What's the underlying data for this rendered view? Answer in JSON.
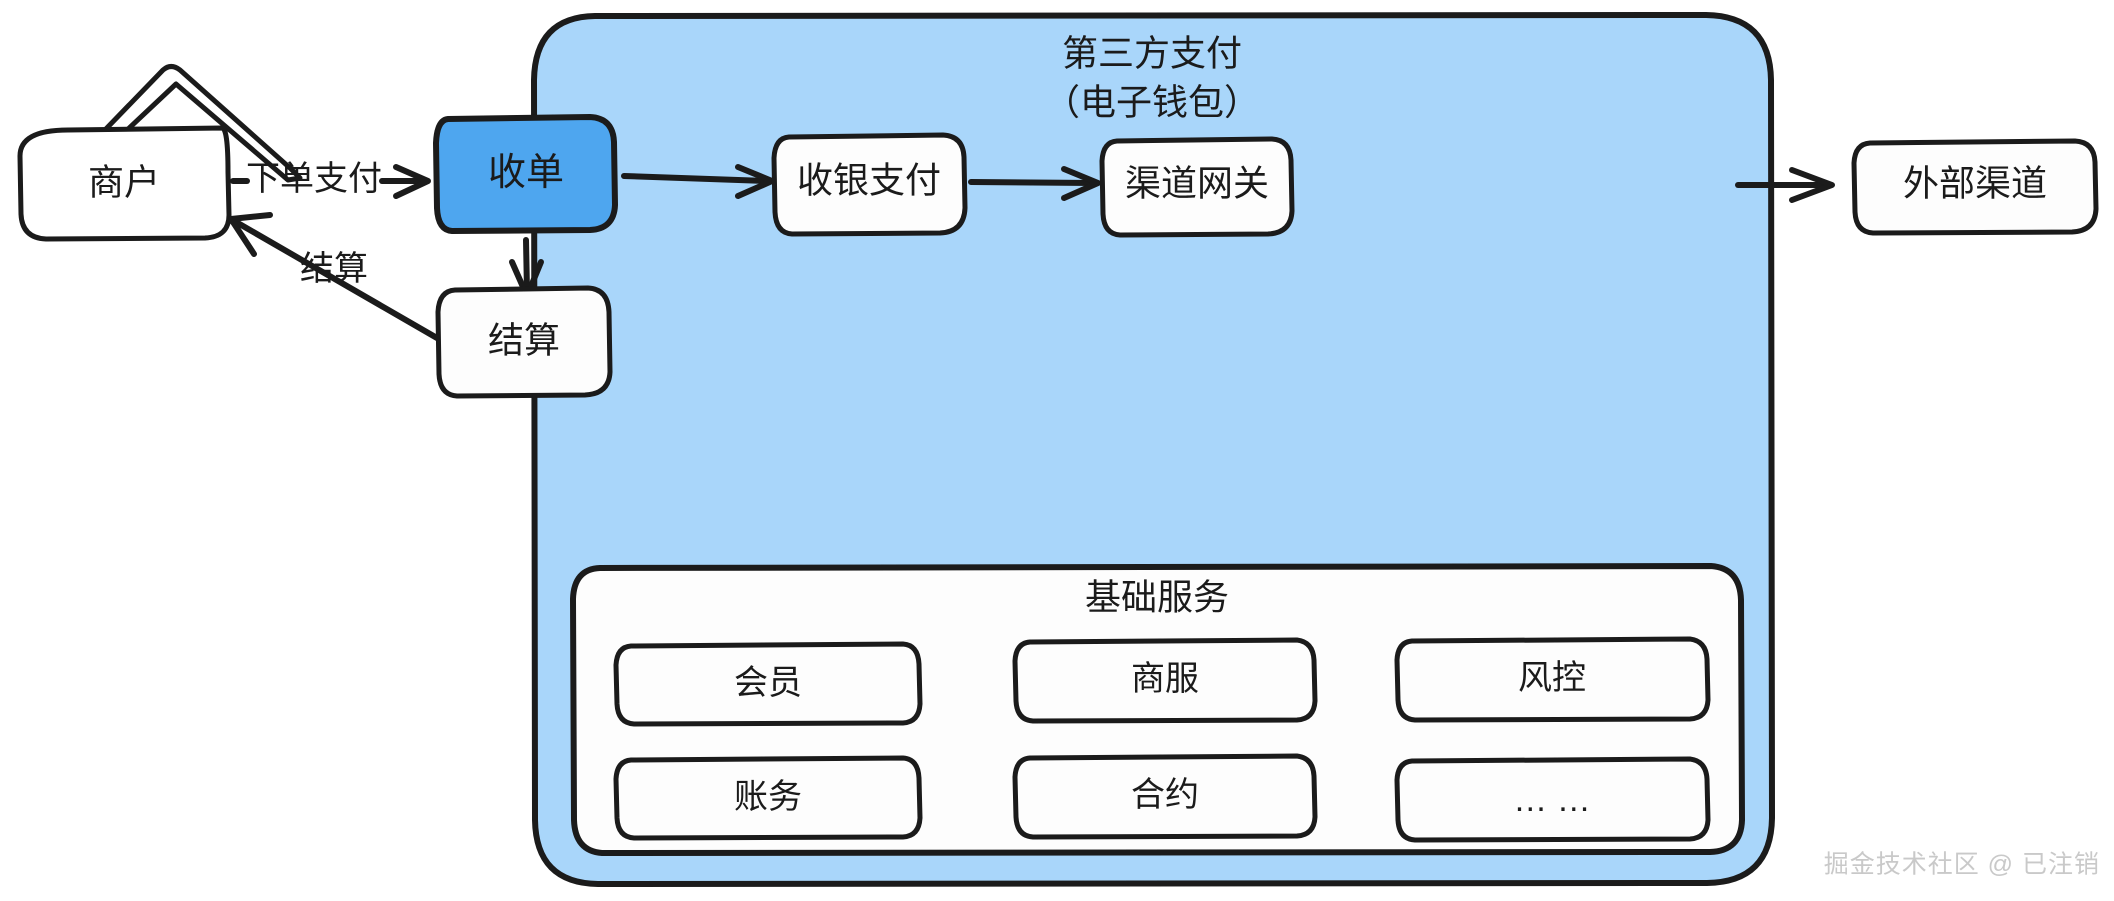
{
  "diagram": {
    "type": "architecture-flow",
    "background": "#ffffff",
    "colors": {
      "container_fill": "#a9d6fa",
      "highlight_fill": "#4ea6ef",
      "node_fill": "#fdfdfd",
      "stroke": "#1b1b1b",
      "watermark": "#c9c9c9"
    },
    "external_nodes": [
      {
        "id": "merchant",
        "label": "商户",
        "shape": "house"
      },
      {
        "id": "external-channel",
        "label": "外部渠道",
        "shape": "rounded-rect"
      }
    ],
    "container": {
      "title_line1": "第三方支付",
      "title_line2": "（电子钱包）"
    },
    "flow_nodes": [
      {
        "id": "acquiring",
        "label": "收单",
        "highlighted": true
      },
      {
        "id": "cashier-payment",
        "label": "收银支付",
        "highlighted": false
      },
      {
        "id": "channel-gateway",
        "label": "渠道网关",
        "highlighted": false
      },
      {
        "id": "settlement",
        "label": "结算",
        "highlighted": false
      }
    ],
    "edges": [
      {
        "id": "merchant-to-acquiring",
        "from": "merchant",
        "to": "acquiring",
        "label": "下单支付"
      },
      {
        "id": "acquiring-to-cashier",
        "from": "acquiring",
        "to": "cashier-payment",
        "label": ""
      },
      {
        "id": "cashier-to-gateway",
        "from": "cashier-payment",
        "to": "channel-gateway",
        "label": ""
      },
      {
        "id": "gateway-to-external",
        "from": "channel-gateway",
        "to": "external-channel",
        "label": ""
      },
      {
        "id": "acquiring-to-settlement",
        "from": "acquiring",
        "to": "settlement",
        "label": ""
      },
      {
        "id": "settlement-to-merchant",
        "from": "settlement",
        "to": "merchant",
        "label": "结算"
      }
    ],
    "base_services": {
      "title": "基础服务",
      "items": [
        {
          "id": "member",
          "label": "会员"
        },
        {
          "id": "merchant-service",
          "label": "商服"
        },
        {
          "id": "risk-control",
          "label": "风控"
        },
        {
          "id": "accounting",
          "label": "账务"
        },
        {
          "id": "contract",
          "label": "合约"
        },
        {
          "id": "more",
          "label": "… …"
        }
      ]
    },
    "watermark": "掘金技术社区 @ 已注销"
  }
}
